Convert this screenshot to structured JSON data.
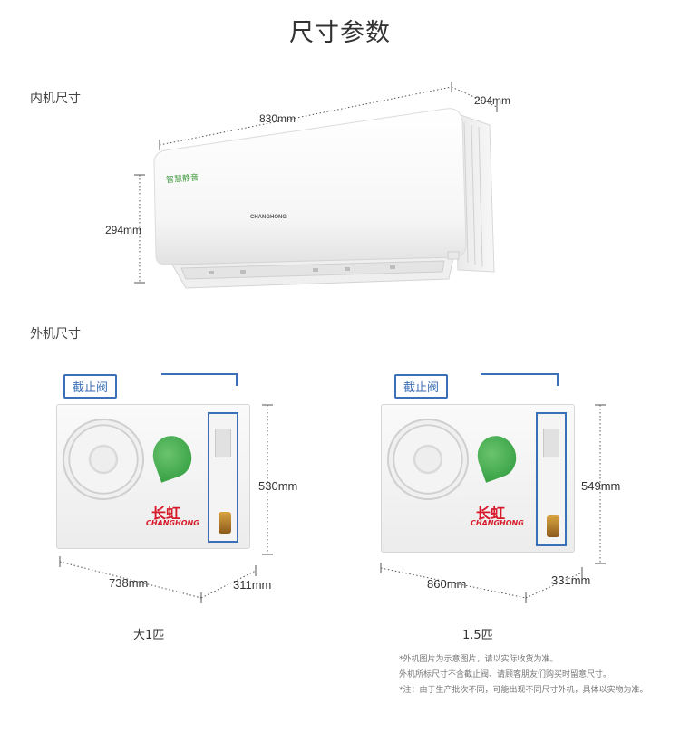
{
  "page_title": "尺寸参数",
  "indoor": {
    "section_label": "内机尺寸",
    "width": "830mm",
    "depth": "204mm",
    "height": "294mm",
    "panel_text": "智慧静音",
    "logo_text": "CHANGHONG"
  },
  "outdoor": {
    "section_label": "外机尺寸",
    "units": [
      {
        "valve_label": "截止阀",
        "height": "530mm",
        "width": "738mm",
        "depth": "311mm",
        "caption": "大1匹",
        "brand_cn": "长虹",
        "brand_en": "CHANGHONG"
      },
      {
        "valve_label": "截止阀",
        "height": "549mm",
        "width": "860mm",
        "depth": "331mm",
        "caption": "1.5匹",
        "brand_cn": "长虹",
        "brand_en": "CHANGHONG"
      }
    ]
  },
  "notes": [
    "*外机图片为示意图片，请以实际收货为准。",
    "外机所标尺寸不含截止阀、请顾客朋友们购买时留意尺寸。",
    "*注：由于生产批次不同，可能出现不同尺寸外机，具体以实物为准。"
  ],
  "colors": {
    "accent_blue": "#3b6fb8",
    "brand_red": "#d7192a",
    "leaf_green": "#2e9a3c"
  }
}
